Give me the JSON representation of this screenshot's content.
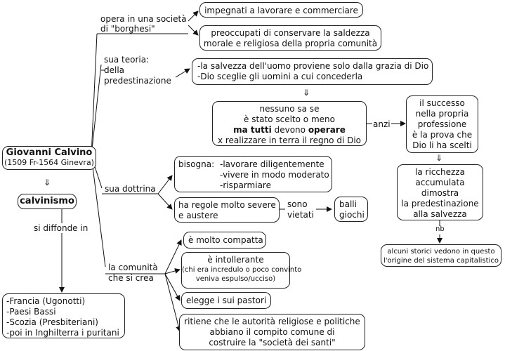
{
  "root": {
    "name": "Giovanni Calvino",
    "dates": "(1509 Fr-1564 Ginevra)"
  },
  "calvinismo": {
    "title": "calvinismo",
    "link": "si diffonde in",
    "places": [
      "-Francia (Ugonotti)",
      "-Paesi Bassi",
      "-Scozia (Presbiteriani)",
      "-poi in Inghilterra i puritani"
    ]
  },
  "societa": {
    "label": "opera in una società\ndi \"borghesi\"",
    "box1": "impegnati a lavorare e commerciare",
    "box2": "preoccupati di conservare la saldezza\nmorale e religiosa della propria comunità"
  },
  "predestinazione": {
    "label": "sua teoria:\ndella\npredestinazione",
    "box": "-la salvezza dell'uomo proviene solo dalla grazia di Dio\n-Dio sceglie gli uomini a cui concederla",
    "nessuno_1": "nessuno sa se\nè stato scelto o meno",
    "ma_tutti": "ma tutti",
    "devono": " devono ",
    "operare": "operare",
    "nessuno_2": "x realizzare in terra il regno di Dio",
    "anzi": "anzi",
    "successo": "il successo\nnella propria\nprofessione\nè la prova che\nDio li ha scelti",
    "ricchezza": "la ricchezza\naccumulata\ndimostra\nla predestinazione\nalla salvezza",
    "nb": "nb",
    "storici": "alcuni storici vedono in questo\nl'origine del sistema capitalistico",
    "arrow": "⇓"
  },
  "dottrina": {
    "label": "sua dottrina",
    "bisogna": "bisogna:",
    "bisogna_items": "-lavorare diligentemente\n-vivere in modo moderato\n-risparmiare",
    "regole": "ha regole molto severe\ne austere",
    "vietati": "sono\nvietati",
    "balli": "balli\ngiochi"
  },
  "comunita": {
    "label": "la comunità\nche si crea",
    "compatta": "è molto compatta",
    "intollerante": "è intollerante",
    "intollerante_note": "(chi era incredulo o poco convinto\nveniva espulso/ucciso)",
    "pastori": "elegge i sui pastori",
    "autorita": "ritiene che le autorità religiose e politiche\nabbiano il compito comune di\ncostruire la \"società dei santi\""
  },
  "root_arrow": "⇓"
}
